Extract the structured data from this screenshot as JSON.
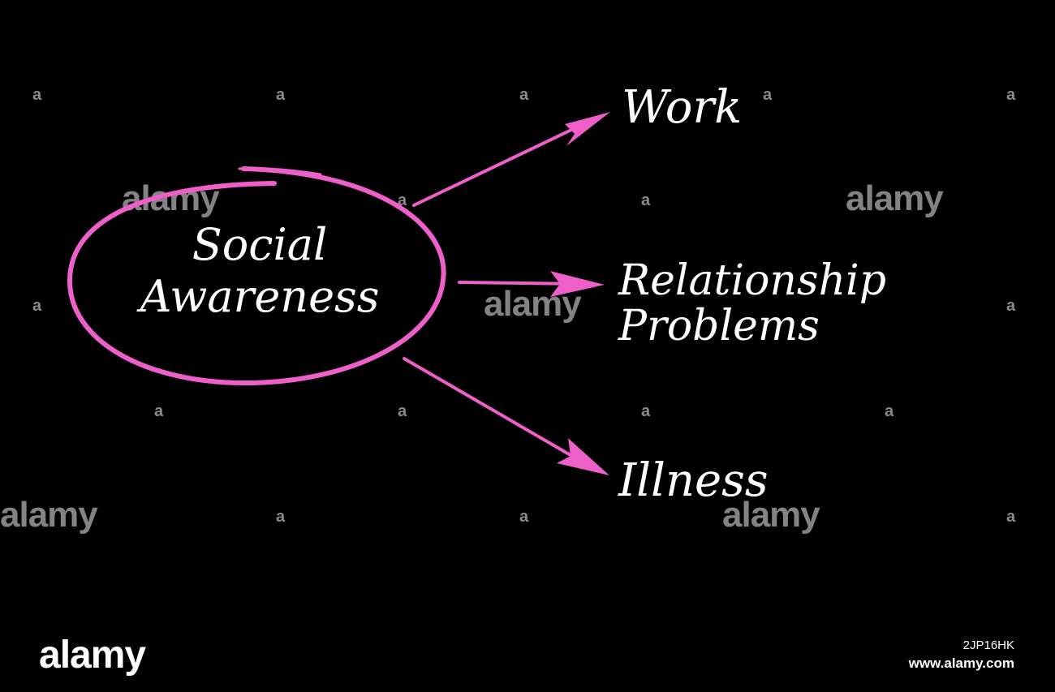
{
  "colors": {
    "background": "#000000",
    "accent": "#ee5fca",
    "text": "#ffffff",
    "watermark": "#9a9a9a"
  },
  "diagram": {
    "center": {
      "line1": "Social",
      "line2": "Awareness"
    },
    "nodes": {
      "work": "Work",
      "relationship_line1": "Relationship",
      "relationship_line2": "Problems",
      "illness": "Illness"
    }
  },
  "watermarks": {
    "word": "alamy",
    "letter": "a"
  },
  "footer": {
    "logo": "alamy",
    "image_id": "2JP16HK",
    "url": "www.alamy.com"
  }
}
